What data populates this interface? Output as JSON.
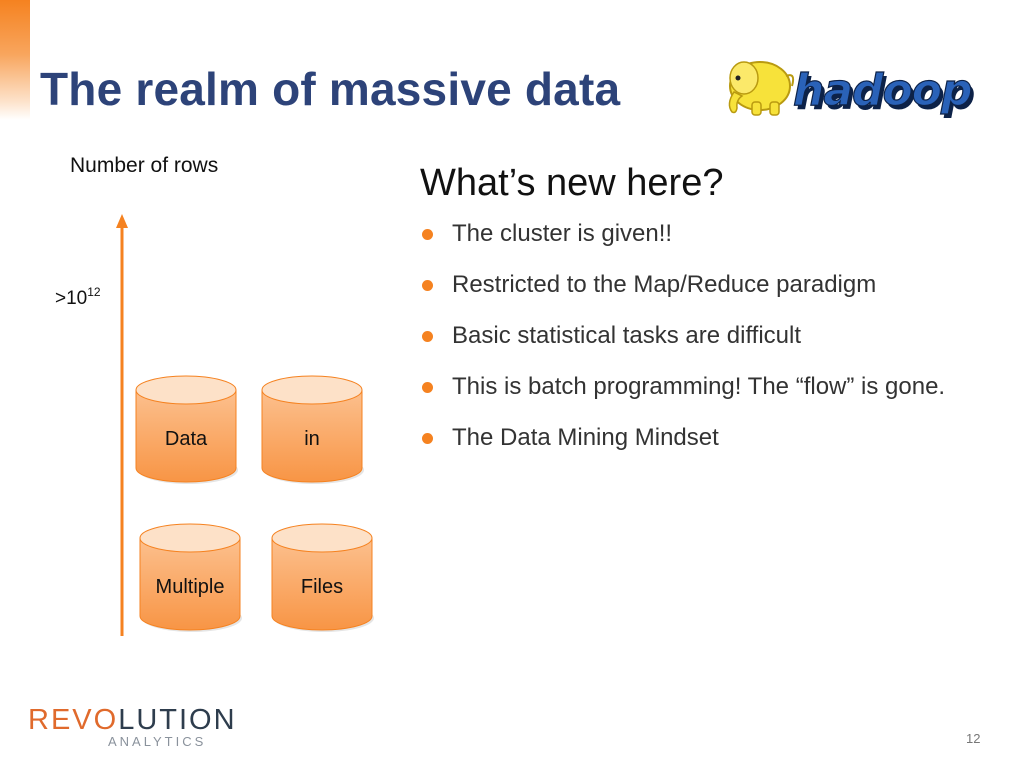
{
  "slide": {
    "title": "The realm of massive data",
    "page_number": "12"
  },
  "hadoop_logo": {
    "text": "hadoop",
    "icon": "hadoop-elephant-icon"
  },
  "diagram": {
    "axis_label": "Number of rows",
    "tick_label": {
      "base": ">10",
      "exponent": "12"
    },
    "cylinders": [
      {
        "label": "Data"
      },
      {
        "label": "in"
      },
      {
        "label": "Multiple"
      },
      {
        "label": "Files"
      }
    ]
  },
  "content": {
    "heading": "What’s new here?",
    "bullets": [
      "The cluster is given!!",
      "Restricted to the Map/Reduce paradigm",
      "Basic statistical tasks are difficult",
      "This is batch programming! The “flow” is gone.",
      "The Data Mining Mindset"
    ]
  },
  "revolution_logo": {
    "first_letter": "R",
    "middle": "EVO",
    "rest": "LUTION",
    "subtitle": "ANALYTICS"
  },
  "colors": {
    "accent": "#f58220",
    "title": "#2d4379",
    "cylinder_fill": "#fba86a",
    "hadoop_blue": "#1d4f9a",
    "hadoop_yellow": "#f7e23a"
  }
}
